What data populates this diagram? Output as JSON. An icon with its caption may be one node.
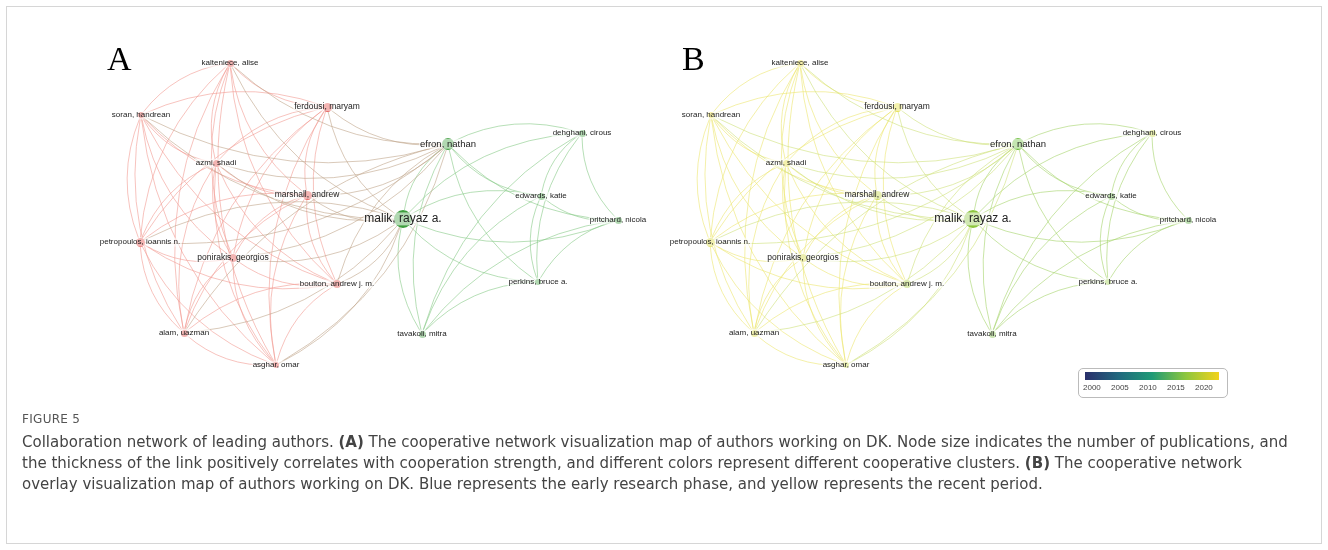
{
  "diagram": {
    "title": "FIGURE 5",
    "caption": "Collaboration network of leading authors. **(A)** The cooperative network visualization map of authors working on DK. Node size indicates the number of publications, and the thickness of the link positively correlates with cooperation strength, and different colors represent different cooperative clusters. **(B)** The cooperative network overlay visualization map of authors working on DK. Blue represents the early research phase, and yellow represents the recent period.",
    "nodes": [
      {
        "text": [
          "kalteniece, alise"
        ]
      },
      {
        "text": [
          "ferdousi, maryam"
        ]
      },
      {
        "text": [
          "soran, handrean"
        ]
      },
      {
        "text": [
          "dehghani, cirous"
        ]
      },
      {
        "text": [
          "efron, nathan"
        ]
      },
      {
        "text": [
          "azmi, shadi"
        ]
      },
      {
        "text": [
          "marshall, andrew"
        ]
      },
      {
        "text": [
          "edwards, katie"
        ]
      },
      {
        "text": [
          "malik, rayaz a."
        ]
      },
      {
        "text": [
          "pritchard, nicola"
        ]
      },
      {
        "text": [
          "petropoulos, ioannis n."
        ]
      },
      {
        "text": [
          "ponirakis, georgios"
        ]
      },
      {
        "text": [
          "perkins, bruce a."
        ]
      },
      {
        "text": [
          "boulton, andrew j. m."
        ]
      },
      {
        "text": [
          "alam, uazman"
        ]
      },
      {
        "text": [
          "tavakoli, mitra"
        ]
      },
      {
        "text": [
          "asghar, omar"
        ]
      },
      {
        "text": [
          "kalteniece, alise"
        ]
      },
      {
        "text": [
          "ferdousi, maryam"
        ]
      },
      {
        "text": [
          "soran, handrean"
        ]
      },
      {
        "text": [
          "dehghani, cirous"
        ]
      },
      {
        "text": [
          "efron, nathan"
        ]
      },
      {
        "text": [
          "azmi, shadi"
        ]
      },
      {
        "text": [
          "marshall, andrew"
        ]
      },
      {
        "text": [
          "edwards, katie"
        ]
      },
      {
        "text": [
          "malik, rayaz a."
        ]
      },
      {
        "text": [
          "pritchard, nicola"
        ]
      },
      {
        "text": [
          "petropoulos, ioannis n."
        ]
      },
      {
        "text": [
          "ponirakis, georgios"
        ]
      },
      {
        "text": [
          "perkins, bruce a."
        ]
      },
      {
        "text": [
          "boulton, andrew j. m."
        ]
      },
      {
        "text": [
          "alam, uazman"
        ]
      },
      {
        "text": [
          "tavakoli, mitra"
        ]
      },
      {
        "text": [
          "asghar, omar"
        ]
      }
    ],
    "edges": [
      {
        "from": 0,
        "to": 1,
        "arrow": "none"
      },
      {
        "from": 0,
        "to": 2,
        "arrow": "none"
      },
      {
        "from": 0,
        "to": 5,
        "arrow": "none"
      },
      {
        "from": 0,
        "to": 6,
        "arrow": "none"
      },
      {
        "from": 0,
        "to": 10,
        "arrow": "none"
      },
      {
        "from": 0,
        "to": 11,
        "arrow": "none"
      },
      {
        "from": 0,
        "to": 13,
        "arrow": "none"
      },
      {
        "from": 0,
        "to": 14,
        "arrow": "none"
      },
      {
        "from": 0,
        "to": 16,
        "arrow": "none"
      },
      {
        "from": 1,
        "to": 2,
        "arrow": "none"
      },
      {
        "from": 1,
        "to": 5,
        "arrow": "none"
      },
      {
        "from": 1,
        "to": 6,
        "arrow": "none"
      },
      {
        "from": 1,
        "to": 10,
        "arrow": "none"
      },
      {
        "from": 1,
        "to": 11,
        "arrow": "none"
      },
      {
        "from": 1,
        "to": 13,
        "arrow": "none"
      },
      {
        "from": 1,
        "to": 14,
        "arrow": "none"
      },
      {
        "from": 1,
        "to": 16,
        "arrow": "none"
      },
      {
        "from": 2,
        "to": 5,
        "arrow": "none"
      },
      {
        "from": 2,
        "to": 6,
        "arrow": "none"
      },
      {
        "from": 2,
        "to": 10,
        "arrow": "none"
      },
      {
        "from": 2,
        "to": 11,
        "arrow": "none"
      },
      {
        "from": 2,
        "to": 13,
        "arrow": "none"
      },
      {
        "from": 2,
        "to": 14,
        "arrow": "none"
      },
      {
        "from": 2,
        "to": 16,
        "arrow": "none"
      },
      {
        "from": 5,
        "to": 6,
        "arrow": "none"
      },
      {
        "from": 5,
        "to": 10,
        "arrow": "none"
      },
      {
        "from": 5,
        "to": 11,
        "arrow": "none"
      },
      {
        "from": 5,
        "to": 13,
        "arrow": "none"
      },
      {
        "from": 5,
        "to": 14,
        "arrow": "none"
      },
      {
        "from": 5,
        "to": 16,
        "arrow": "none"
      },
      {
        "from": 6,
        "to": 10,
        "arrow": "none"
      },
      {
        "from": 6,
        "to": 11,
        "arrow": "none"
      },
      {
        "from": 6,
        "to": 13,
        "arrow": "none"
      },
      {
        "from": 6,
        "to": 14,
        "arrow": "none"
      },
      {
        "from": 6,
        "to": 16,
        "arrow": "none"
      },
      {
        "from": 10,
        "to": 11,
        "arrow": "none"
      },
      {
        "from": 10,
        "to": 13,
        "arrow": "none"
      },
      {
        "from": 10,
        "to": 14,
        "arrow": "none"
      },
      {
        "from": 10,
        "to": 16,
        "arrow": "none"
      },
      {
        "from": 11,
        "to": 13,
        "arrow": "none"
      },
      {
        "from": 11,
        "to": 14,
        "arrow": "none"
      },
      {
        "from": 11,
        "to": 16,
        "arrow": "none"
      },
      {
        "from": 13,
        "to": 14,
        "arrow": "none"
      },
      {
        "from": 13,
        "to": 16,
        "arrow": "none"
      },
      {
        "from": 14,
        "to": 16,
        "arrow": "none"
      },
      {
        "from": 3,
        "to": 4,
        "arrow": "none",
        "color": "#86c986"
      },
      {
        "from": 3,
        "to": 7,
        "arrow": "none",
        "color": "#86c986"
      },
      {
        "from": 3,
        "to": 8,
        "arrow": "none",
        "color": "#86c986"
      },
      {
        "from": 3,
        "to": 9,
        "arrow": "none",
        "color": "#86c986"
      },
      {
        "from": 3,
        "to": 12,
        "arrow": "none",
        "color": "#86c986"
      },
      {
        "from": 3,
        "to": 15,
        "arrow": "none",
        "color": "#86c986"
      },
      {
        "from": 4,
        "to": 7,
        "arrow": "none",
        "color": "#86c986"
      },
      {
        "from": 4,
        "to": 8,
        "arrow": "none",
        "color": "#86c986"
      },
      {
        "from": 4,
        "to": 9,
        "arrow": "none",
        "color": "#86c986"
      },
      {
        "from": 4,
        "to": 12,
        "arrow": "none",
        "color": "#86c986"
      },
      {
        "from": 4,
        "to": 15,
        "arrow": "none",
        "color": "#86c986"
      },
      {
        "from": 7,
        "to": 8,
        "arrow": "none",
        "color": "#86c986"
      },
      {
        "from": 7,
        "to": 9,
        "arrow": "none",
        "color": "#86c986"
      },
      {
        "from": 7,
        "to": 12,
        "arrow": "none",
        "color": "#86c986"
      },
      {
        "from": 7,
        "to": 15,
        "arrow": "none",
        "color": "#86c986"
      },
      {
        "from": 8,
        "to": 9,
        "arrow": "none",
        "color": "#86c986"
      },
      {
        "from": 8,
        "to": 12,
        "arrow": "none",
        "color": "#86c986"
      },
      {
        "from": 8,
        "to": 15,
        "arrow": "none",
        "color": "#86c986"
      },
      {
        "from": 9,
        "to": 12,
        "arrow": "none",
        "color": "#86c986"
      },
      {
        "from": 9,
        "to": 15,
        "arrow": "none",
        "color": "#86c986"
      },
      {
        "from": 12,
        "to": 15,
        "arrow": "none",
        "color": "#86c986"
      },
      {
        "from": 0,
        "to": 8,
        "arrow": "none",
        "color": "#c0a48a"
      },
      {
        "from": 1,
        "to": 8,
        "arrow": "none",
        "color": "#c0a48a"
      },
      {
        "from": 2,
        "to": 8,
        "arrow": "none",
        "color": "#c0a48a"
      },
      {
        "from": 5,
        "to": 8,
        "arrow": "none",
        "color": "#c0a48a"
      },
      {
        "from": 6,
        "to": 8,
        "arrow": "none",
        "color": "#c0a48a"
      },
      {
        "from": 10,
        "to": 8,
        "arrow": "none",
        "color": "#c0a48a"
      },
      {
        "from": 11,
        "to": 8,
        "arrow": "none",
        "color": "#c0a48a"
      },
      {
        "from": 13,
        "to": 8,
        "arrow": "none",
        "color": "#c0a48a"
      },
      {
        "from": 14,
        "to": 8,
        "arrow": "none",
        "color": "#c0a48a"
      },
      {
        "from": 16,
        "to": 8,
        "arrow": "none",
        "color": "#c0a48a"
      },
      {
        "from": 0,
        "to": 4,
        "arrow": "none",
        "color": "#c0a48a"
      },
      {
        "from": 1,
        "to": 4,
        "arrow": "none",
        "color": "#c0a48a"
      },
      {
        "from": 2,
        "to": 4,
        "arrow": "none",
        "color": "#c0a48a"
      },
      {
        "from": 5,
        "to": 4,
        "arrow": "none",
        "color": "#c0a48a"
      },
      {
        "from": 6,
        "to": 4,
        "arrow": "none",
        "color": "#c0a48a"
      },
      {
        "from": 10,
        "to": 4,
        "arrow": "none",
        "color": "#c0a48a"
      },
      {
        "from": 11,
        "to": 4,
        "arrow": "none",
        "color": "#c0a48a"
      },
      {
        "from": 13,
        "to": 4,
        "arrow": "none",
        "color": "#c0a48a"
      },
      {
        "from": 14,
        "to": 4,
        "arrow": "none",
        "color": "#c0a48a"
      },
      {
        "from": 16,
        "to": 4,
        "arrow": "none",
        "color": "#c0a48a"
      },
      {
        "from": 17,
        "to": 18,
        "arrow": "none",
        "color": "#ece66e"
      },
      {
        "from": 17,
        "to": 19,
        "arrow": "none",
        "color": "#ece66e"
      },
      {
        "from": 17,
        "to": 22,
        "arrow": "none",
        "color": "#ece66e"
      },
      {
        "from": 17,
        "to": 23,
        "arrow": "none",
        "color": "#ece66e"
      },
      {
        "from": 17,
        "to": 27,
        "arrow": "none",
        "color": "#ece66e"
      },
      {
        "from": 17,
        "to": 28,
        "arrow": "none",
        "color": "#ece66e"
      },
      {
        "from": 17,
        "to": 30,
        "arrow": "none",
        "color": "#ece66e"
      },
      {
        "from": 17,
        "to": 31,
        "arrow": "none",
        "color": "#ece66e"
      },
      {
        "from": 17,
        "to": 33,
        "arrow": "none",
        "color": "#ece66e"
      },
      {
        "from": 18,
        "to": 19,
        "arrow": "none",
        "color": "#ece66e"
      },
      {
        "from": 18,
        "to": 22,
        "arrow": "none",
        "color": "#ece66e"
      },
      {
        "from": 18,
        "to": 23,
        "arrow": "none",
        "color": "#ece66e"
      },
      {
        "from": 18,
        "to": 27,
        "arrow": "none",
        "color": "#ece66e"
      },
      {
        "from": 18,
        "to": 28,
        "arrow": "none",
        "color": "#ece66e"
      },
      {
        "from": 18,
        "to": 30,
        "arrow": "none",
        "color": "#ece66e"
      },
      {
        "from": 18,
        "to": 31,
        "arrow": "none",
        "color": "#ece66e"
      },
      {
        "from": 18,
        "to": 33,
        "arrow": "none",
        "color": "#ece66e"
      },
      {
        "from": 19,
        "to": 22,
        "arrow": "none",
        "color": "#ece66e"
      },
      {
        "from": 19,
        "to": 23,
        "arrow": "none",
        "color": "#ece66e"
      },
      {
        "from": 19,
        "to": 27,
        "arrow": "none",
        "color": "#ece66e"
      },
      {
        "from": 19,
        "to": 28,
        "arrow": "none",
        "color": "#ece66e"
      },
      {
        "from": 19,
        "to": 30,
        "arrow": "none",
        "color": "#ece66e"
      },
      {
        "from": 19,
        "to": 31,
        "arrow": "none",
        "color": "#ece66e"
      },
      {
        "from": 19,
        "to": 33,
        "arrow": "none",
        "color": "#ece66e"
      },
      {
        "from": 22,
        "to": 23,
        "arrow": "none",
        "color": "#ece66e"
      },
      {
        "from": 22,
        "to": 27,
        "arrow": "none",
        "color": "#ece66e"
      },
      {
        "from": 22,
        "to": 28,
        "arrow": "none",
        "color": "#ece66e"
      },
      {
        "from": 22,
        "to": 30,
        "arrow": "none",
        "color": "#ece66e"
      },
      {
        "from": 22,
        "to": 31,
        "arrow": "none",
        "color": "#ece66e"
      },
      {
        "from": 22,
        "to": 33,
        "arrow": "none",
        "color": "#ece66e"
      },
      {
        "from": 23,
        "to": 27,
        "arrow": "none",
        "color": "#ece66e"
      },
      {
        "from": 23,
        "to": 28,
        "arrow": "none",
        "color": "#ece66e"
      },
      {
        "from": 23,
        "to": 30,
        "arrow": "none",
        "color": "#ece66e"
      },
      {
        "from": 23,
        "to": 31,
        "arrow": "none",
        "color": "#ece66e"
      },
      {
        "from": 23,
        "to": 33,
        "arrow": "none",
        "color": "#ece66e"
      },
      {
        "from": 27,
        "to": 28,
        "arrow": "none",
        "color": "#ece66e"
      },
      {
        "from": 27,
        "to": 30,
        "arrow": "none",
        "color": "#ece66e"
      },
      {
        "from": 27,
        "to": 31,
        "arrow": "none",
        "color": "#ece66e"
      },
      {
        "from": 27,
        "to": 33,
        "arrow": "none",
        "color": "#ece66e"
      },
      {
        "from": 28,
        "to": 30,
        "arrow": "none",
        "color": "#ece66e"
      },
      {
        "from": 28,
        "to": 31,
        "arrow": "none",
        "color": "#ece66e"
      },
      {
        "from": 28,
        "to": 33,
        "arrow": "none",
        "color": "#ece66e"
      },
      {
        "from": 30,
        "to": 31,
        "arrow": "none",
        "color": "#ece66e"
      },
      {
        "from": 30,
        "to": 33,
        "arrow": "none",
        "color": "#ece66e"
      },
      {
        "from": 31,
        "to": 33,
        "arrow": "none",
        "color": "#ece66e"
      },
      {
        "from": 20,
        "to": 21,
        "arrow": "none",
        "color": "#a4d46a"
      },
      {
        "from": 20,
        "to": 24,
        "arrow": "none",
        "color": "#a4d46a"
      },
      {
        "from": 20,
        "to": 25,
        "arrow": "none",
        "color": "#a4d46a"
      },
      {
        "from": 20,
        "to": 26,
        "arrow": "none",
        "color": "#a4d46a"
      },
      {
        "from": 20,
        "to": 29,
        "arrow": "none",
        "color": "#a4d46a"
      },
      {
        "from": 20,
        "to": 32,
        "arrow": "none",
        "color": "#a4d46a"
      },
      {
        "from": 21,
        "to": 24,
        "arrow": "none",
        "color": "#a4d46a"
      },
      {
        "from": 21,
        "to": 25,
        "arrow": "none",
        "color": "#a4d46a"
      },
      {
        "from": 21,
        "to": 26,
        "arrow": "none",
        "color": "#a4d46a"
      },
      {
        "from": 21,
        "to": 29,
        "arrow": "none",
        "color": "#a4d46a"
      },
      {
        "from": 21,
        "to": 32,
        "arrow": "none",
        "color": "#a4d46a"
      },
      {
        "from": 24,
        "to": 25,
        "arrow": "none",
        "color": "#a4d46a"
      },
      {
        "from": 24,
        "to": 26,
        "arrow": "none",
        "color": "#a4d46a"
      },
      {
        "from": 24,
        "to": 29,
        "arrow": "none",
        "color": "#a4d46a"
      },
      {
        "from": 24,
        "to": 32,
        "arrow": "none",
        "color": "#a4d46a"
      },
      {
        "from": 25,
        "to": 26,
        "arrow": "none",
        "color": "#a4d46a"
      },
      {
        "from": 25,
        "to": 29,
        "arrow": "none",
        "color": "#a4d46a"
      },
      {
        "from": 25,
        "to": 32,
        "arrow": "none",
        "color": "#a4d46a"
      },
      {
        "from": 26,
        "to": 29,
        "arrow": "none",
        "color": "#a4d46a"
      },
      {
        "from": 26,
        "to": 32,
        "arrow": "none",
        "color": "#a4d46a"
      },
      {
        "from": 29,
        "to": 32,
        "arrow": "none",
        "color": "#a4d46a"
      },
      {
        "from": 17,
        "to": 25,
        "arrow": "none",
        "color": "#cfe07a"
      },
      {
        "from": 18,
        "to": 25,
        "arrow": "none",
        "color": "#cfe07a"
      },
      {
        "from": 19,
        "to": 25,
        "arrow": "none",
        "color": "#cfe07a"
      },
      {
        "from": 22,
        "to": 25,
        "arrow": "none",
        "color": "#cfe07a"
      },
      {
        "from": 23,
        "to": 25,
        "arrow": "none",
        "color": "#cfe07a"
      },
      {
        "from": 27,
        "to": 25,
        "arrow": "none",
        "color": "#cfe07a"
      },
      {
        "from": 28,
        "to": 25,
        "arrow": "none",
        "color": "#cfe07a"
      },
      {
        "from": 30,
        "to": 25,
        "arrow": "none",
        "color": "#cfe07a"
      },
      {
        "from": 31,
        "to": 25,
        "arrow": "none",
        "color": "#cfe07a"
      },
      {
        "from": 33,
        "to": 25,
        "arrow": "none",
        "color": "#cfe07a"
      },
      {
        "from": 17,
        "to": 21,
        "arrow": "none",
        "color": "#cfe07a"
      },
      {
        "from": 18,
        "to": 21,
        "arrow": "none",
        "color": "#cfe07a"
      },
      {
        "from": 19,
        "to": 21,
        "arrow": "none",
        "color": "#cfe07a"
      },
      {
        "from": 22,
        "to": 21,
        "arrow": "none",
        "color": "#cfe07a"
      },
      {
        "from": 23,
        "to": 21,
        "arrow": "none",
        "color": "#cfe07a"
      },
      {
        "from": 27,
        "to": 21,
        "arrow": "none",
        "color": "#cfe07a"
      },
      {
        "from": 28,
        "to": 21,
        "arrow": "none",
        "color": "#cfe07a"
      },
      {
        "from": 30,
        "to": 21,
        "arrow": "none",
        "color": "#cfe07a"
      },
      {
        "from": 31,
        "to": 21,
        "arrow": "none",
        "color": "#cfe07a"
      },
      {
        "from": 33,
        "to": 21,
        "arrow": "none",
        "color": "#cfe07a"
      }
    ],
    "labels": [
      "A",
      "B",
      "2000",
      "2005",
      "2010",
      "2015",
      "2020"
    ]
  }
}
